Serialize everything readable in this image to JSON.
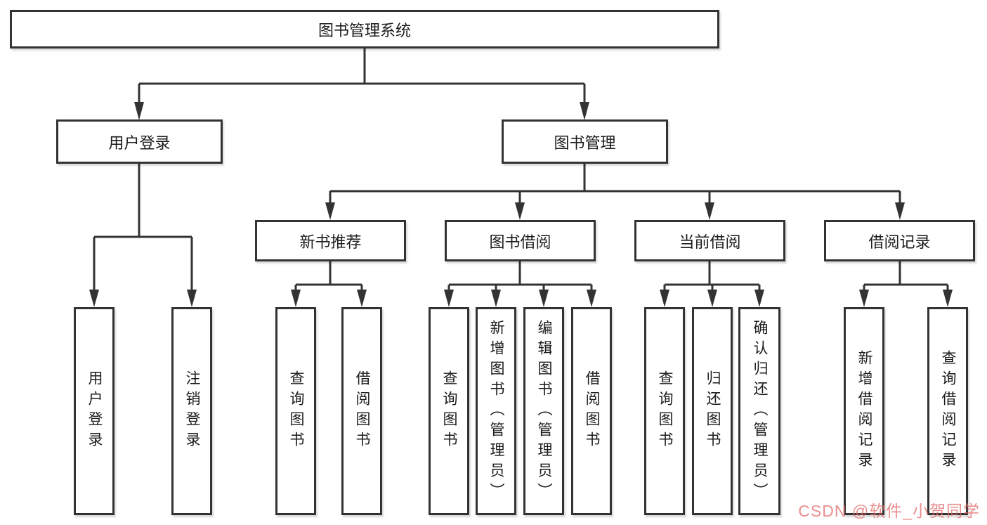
{
  "title": "图书管理系统",
  "root_label": "图书管理系统",
  "level2": {
    "login": "用户登录",
    "management": "图书管理"
  },
  "level3": {
    "new_books": "新书推荐",
    "borrowing": "图书借阅",
    "current": "当前借阅",
    "records": "借阅记录"
  },
  "leaves": {
    "login": [
      "用户登录",
      "注销登录"
    ],
    "new_books": [
      "查询图书",
      "借阅图书"
    ],
    "borrowing": [
      "查询图书",
      "新增图书（管理员）",
      "编辑图书（管理员）",
      "借阅图书"
    ],
    "current": [
      "查询图书",
      "归还图书",
      "确认归还（管理员）"
    ],
    "records": [
      "新增借阅记录",
      "查询借阅记录"
    ]
  },
  "watermark": "CSDN @软件_小贺同学",
  "colors": {
    "line": "#333333",
    "text": "#1b1b1b",
    "background": "#ffffff",
    "watermark": "#e36a6a"
  }
}
